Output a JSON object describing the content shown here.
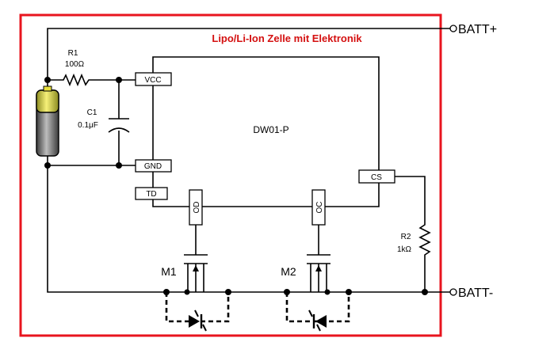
{
  "title": "Lipo/Li-Ion Zelle mit Elektronik",
  "chip": {
    "name": "DW01-P",
    "pins": {
      "vcc": "VCC",
      "gnd": "GND",
      "td": "TD",
      "cs": "CS",
      "od": "OD",
      "oc": "OC"
    }
  },
  "components": {
    "r1": {
      "ref": "R1",
      "value": "100Ω"
    },
    "c1": {
      "ref": "C1",
      "value": "0.1μF"
    },
    "r2": {
      "ref": "R2",
      "value": "1kΩ"
    },
    "m1": {
      "ref": "M1"
    },
    "m2": {
      "ref": "M2"
    }
  },
  "terminals": {
    "batt_plus": "BATT+",
    "batt_minus": "BATT-"
  },
  "colors": {
    "frame": "#e8141e",
    "title": "#d41010",
    "wire": "#000000",
    "cell_top": "#e8e040",
    "cell_body": "#7a7a7a"
  }
}
